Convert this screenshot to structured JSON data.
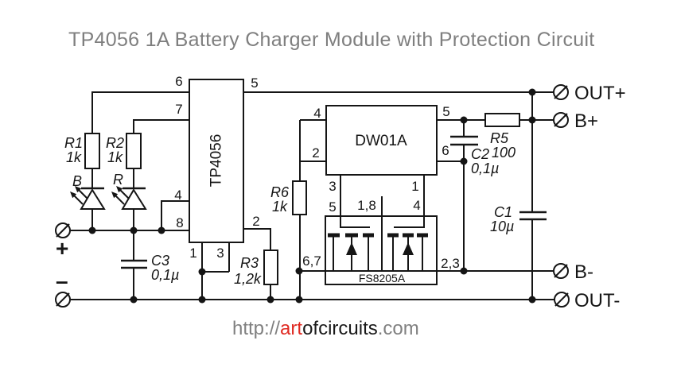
{
  "title": "TP4056 1A Battery Charger Module with Protection Circuit",
  "footer": {
    "prefix": "http://",
    "part_red": "art",
    "part_dark": "ofcircuits",
    "part_tld": ".com"
  },
  "colors": {
    "line": "#151515",
    "title_gray": "#7f7f7f",
    "footer_gray": "#808080",
    "footer_red": "#e02a22",
    "footer_dark": "#1a1a1a",
    "background": "#ffffff"
  },
  "ics": {
    "tp4056": "TP4056",
    "dw01a": "DW01A",
    "fs8205a": "FS8205A"
  },
  "components": {
    "r1": {
      "name": "R1",
      "value": "1k"
    },
    "r2": {
      "name": "R2",
      "value": "1k"
    },
    "r3": {
      "name": "R3",
      "value": "1,2k"
    },
    "r5": {
      "name": "R5",
      "value": "100"
    },
    "r6": {
      "name": "R6",
      "value": "1k"
    },
    "c1": {
      "name": "C1",
      "value": "10µ"
    },
    "c2": {
      "name": "C2",
      "value": "0,1µ"
    },
    "c3": {
      "name": "C3",
      "value": "0,1µ"
    },
    "led_b": {
      "name": "B"
    },
    "led_r": {
      "name": "R"
    }
  },
  "pins": {
    "tp4056": {
      "p6": "6",
      "p5": "5",
      "p7": "7",
      "p4": "4",
      "p8": "8",
      "p2": "2",
      "p1": "1",
      "p3": "3"
    },
    "dw01a": {
      "p4": "4",
      "p2": "2",
      "p5": "5",
      "p6": "6",
      "p3": "3",
      "p1": "1"
    },
    "fs8205a": {
      "g1": "5",
      "drain": "1,8",
      "g2": "4",
      "s1": "6,7",
      "s2": "2,3"
    }
  },
  "terminals": {
    "out_plus": "OUT+",
    "b_plus": "B+",
    "b_minus": "B-",
    "out_minus": "OUT-",
    "in_plus": "+",
    "in_minus": "–"
  }
}
